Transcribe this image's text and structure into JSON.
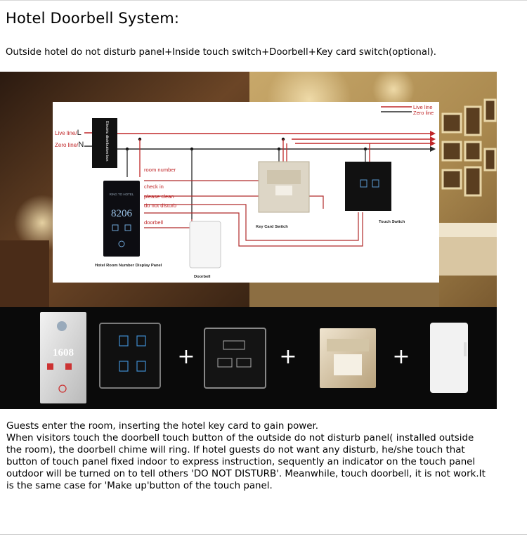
{
  "heading": "Hotel Doorbell System:",
  "subheading": "Outside hotel do not disturb panel+Inside touch switch+Doorbell+Key card switch(optional).",
  "diagram": {
    "legend": {
      "live": "Live line",
      "zero": "Zero line"
    },
    "live_label": "Live line/",
    "live_letter": "L",
    "zero_label": "Zero line/",
    "zero_letter": "N",
    "distribution_box": "Electric distribution box",
    "wires": [
      "room number",
      "check in",
      "please clean",
      "do not disturb",
      "doorbell"
    ],
    "panel_header": "RING TO HOTEL",
    "panel_number": "8206",
    "panel_label": "Hotel Room Number Display Panel",
    "doorbell_label": "Doorbell",
    "keycard_label": "Key Card Switch",
    "touch_label": "Touch Switch",
    "colors": {
      "live": "#c0282a",
      "zero": "#2a2a2a",
      "wire": "#b02a2a"
    }
  },
  "products": {
    "outdoor_panel_number": "1608",
    "plus": "+"
  },
  "description": [
    "Guests enter the room, inserting the hotel key card to gain power.",
    "When visitors touch the  doorbell touch button of the outside do not disturb panel( installed outside the room), the doorbell chime will ring. If hotel guests do not want any disturb, he/she touch that button of touch panel fixed indoor to express instruction, sequently an indicator on the touch panel outdoor will be turned on to tell others 'DO NOT DISTURB'. Meanwhile, touch doorbell, it is not work.It is the same case for 'Make up'button of the touch panel."
  ]
}
